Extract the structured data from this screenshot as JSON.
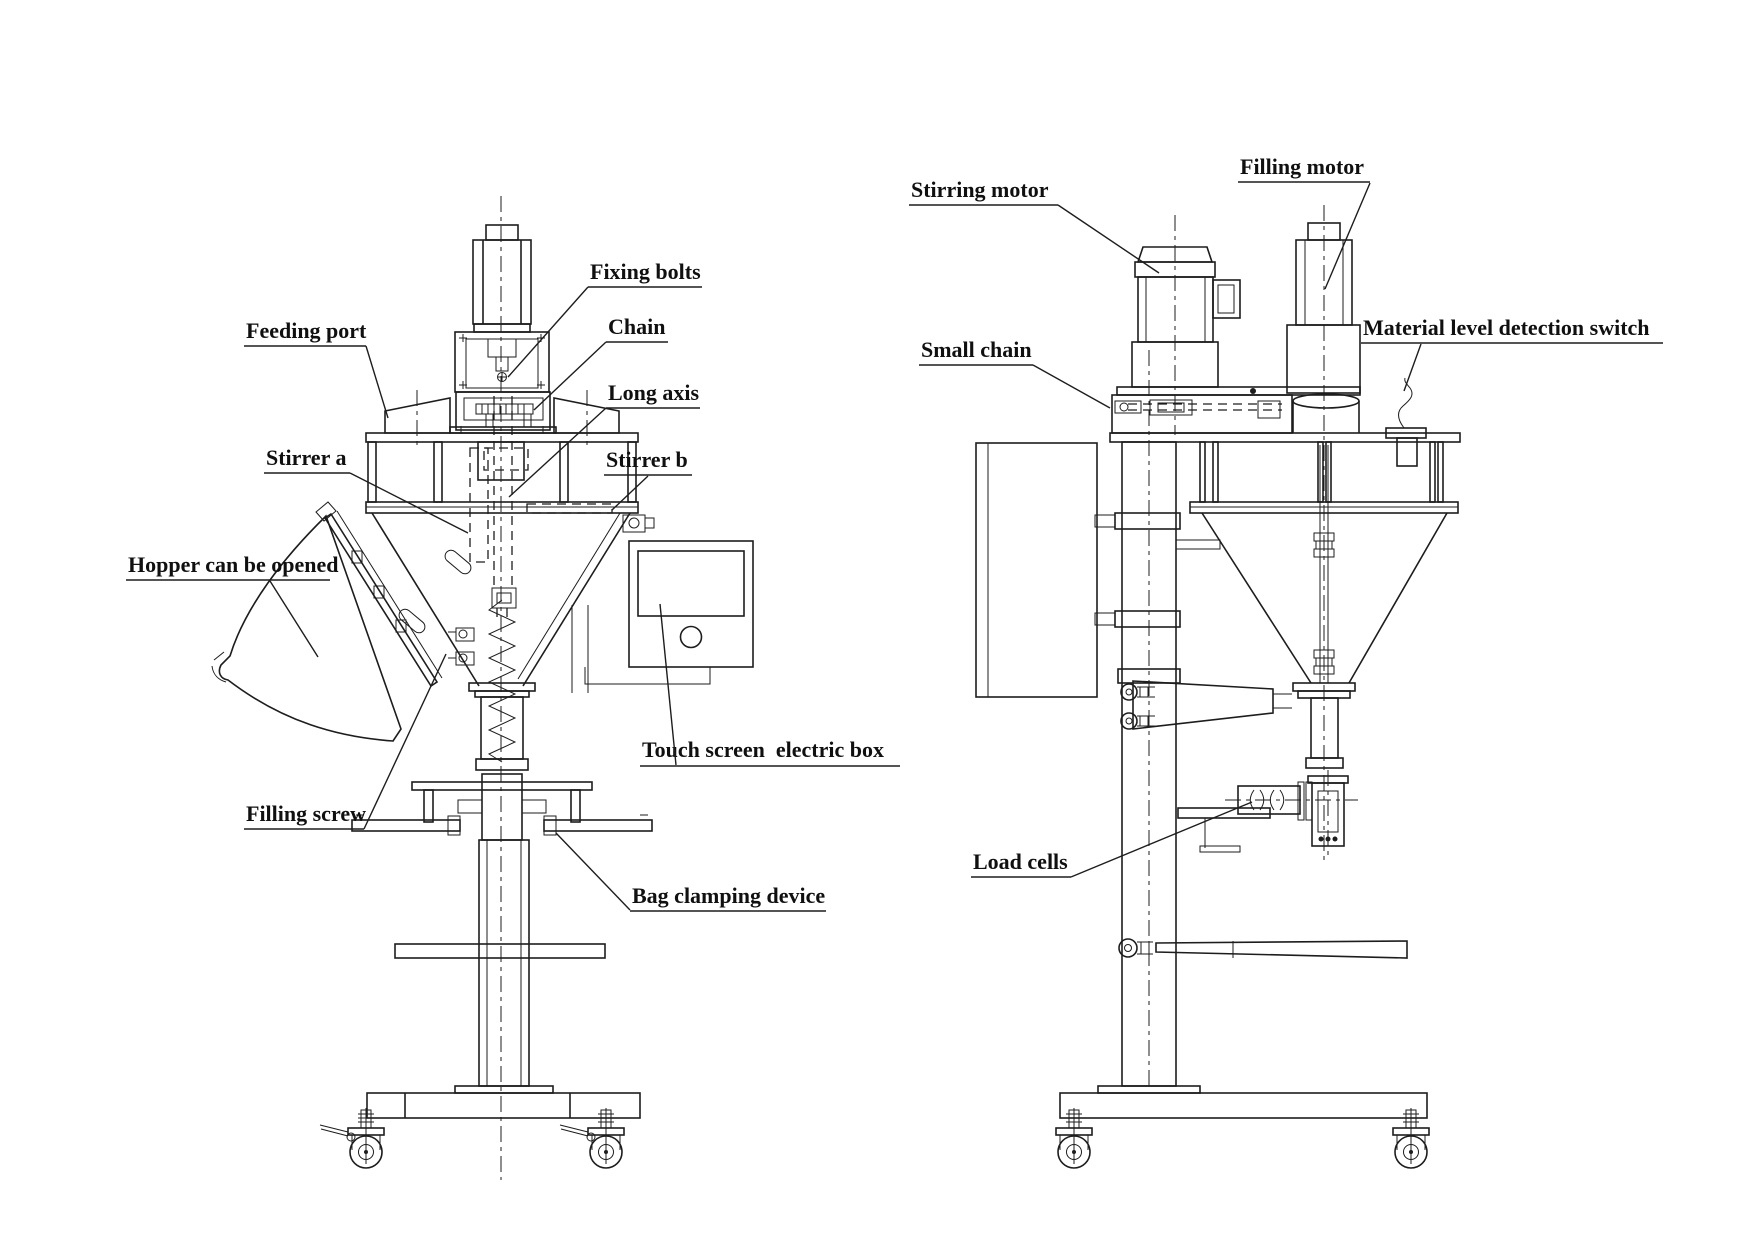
{
  "diagram": {
    "type": "engineering-drawing",
    "subject": "auger powder filling machine - two orthographic views",
    "colors": {
      "background": "#ffffff",
      "line": "#1d1d1d",
      "text": "#101010"
    },
    "labels": {
      "feeding_port": "Feeding port",
      "fixing_bolts": "Fixing bolts",
      "chain": "Chain",
      "long_axis": "Long axis",
      "stirrer_a": "Stirrer a",
      "stirrer_b": "Stirrer b",
      "hopper_open": "Hopper can be opened",
      "filling_screw": "Filling screw",
      "touch_screen": "Touch screen  electric box",
      "bag_clamping": "Bag clamping device",
      "stirring_motor": "Stirring motor",
      "filling_motor": "Filling motor",
      "small_chain": "Small chain",
      "material_level": "Material level detection switch",
      "load_cells": "Load cells"
    }
  }
}
